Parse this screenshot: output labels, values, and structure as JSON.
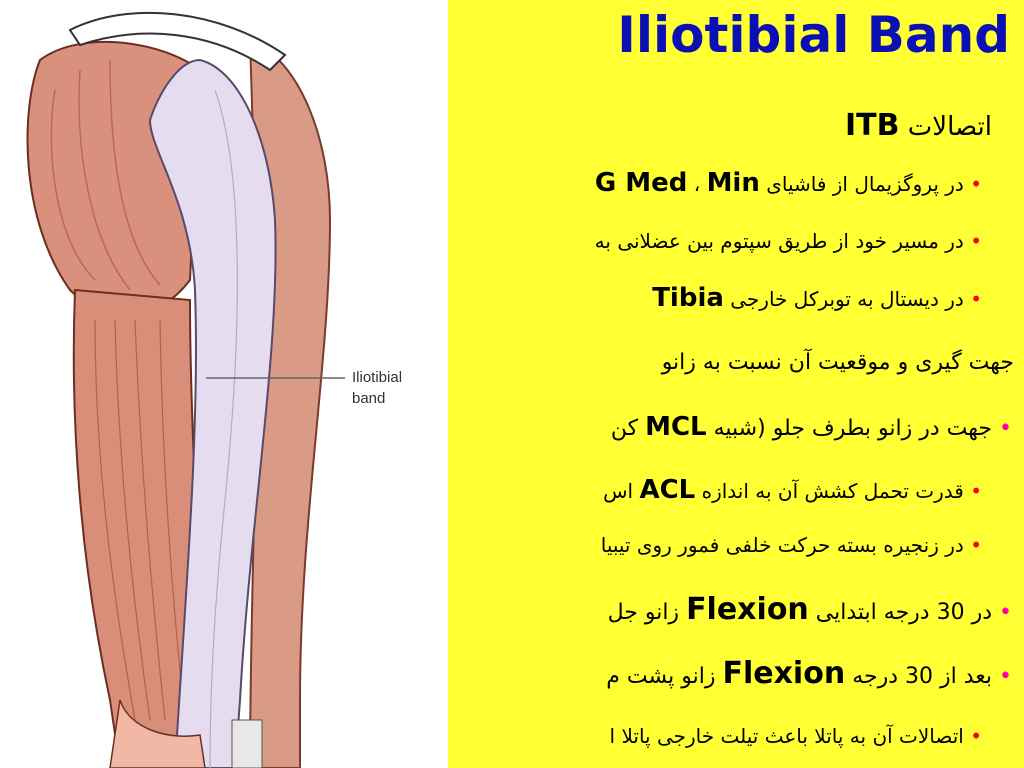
{
  "slide": {
    "title": "Iliotibial Band",
    "illustration": {
      "label": "Iliotibial\nband",
      "label_line1": "Iliotibial",
      "label_line2": "band"
    },
    "heading_itb": {
      "text": "اتصالات",
      "bold": "ITB"
    },
    "items": [
      {
        "bullet": "•",
        "text": "در پروگزیمال از فاشیای",
        "bold": "G Med",
        "sep": "،",
        "bold2": "Min"
      },
      {
        "bullet": "•",
        "text": "در مسیر خود از طریق سپتوم بین عضلانی به"
      },
      {
        "bullet": "•",
        "text": "در دیستال به توبرکل خارجی",
        "bold": "Tibia"
      }
    ],
    "heading2": "جهت گیری و موقعیت آن نسبت به زانو",
    "items2": [
      {
        "bullet": "•",
        "text": "جهت در زانو بطرف جلو (شبیه",
        "bold": "MCL",
        "tail": "کن"
      },
      {
        "bullet": "•",
        "text": "قدرت تحمل کشش آن به اندازه",
        "bold": "ACL",
        "tail": "اس"
      },
      {
        "bullet": "•",
        "text": "در زنجیره بسته حرکت خلفی فمور روی تیبیا"
      },
      {
        "bullet": "•",
        "text": "در 30 درجه ابتدایی",
        "bold": "Flexion",
        "tail": "زانو جل"
      },
      {
        "bullet": "•",
        "text": "بعد از 30 درجه",
        "bold": "Flexion",
        "tail": "زانو پشت م"
      },
      {
        "bullet": "•",
        "text": "اتصالات آن به پاتلا باعث تیلت خارجی پاتلا ا"
      }
    ]
  }
}
